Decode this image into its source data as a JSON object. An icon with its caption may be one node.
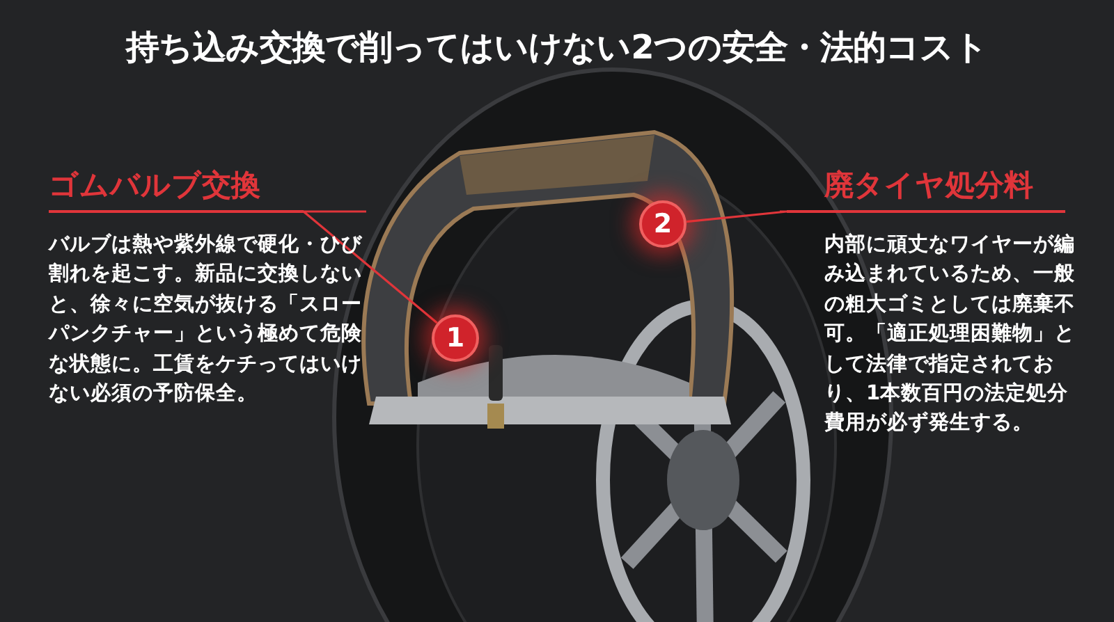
{
  "diagram": {
    "title": "持ち込み交換で削ってはいけない2つの安全・法的コスト",
    "nodes": [
      {
        "text": [
          "ゴムバルブ交換",
          "バルブは熱や紫外線で硬化・ひび割れを起こす。新品に交換しないと、徐々に空気が抜ける「スローパンクチャー」という極めて危険な状態に。工賃をケチってはいけない必須の予防保全。"
        ]
      },
      {
        "text": [
          "1"
        ]
      },
      {
        "text": [
          "廃タイヤ処分料",
          "内部に頑丈なワイヤーが編み込まれているため、一般の粗大ゴミとしては廃棄不可。「適正処理困難物」として法律で指定されており、1本数百円の法定処分費用が必ず発生する。"
        ]
      },
      {
        "text": [
          "2"
        ]
      }
    ],
    "edges": [
      {
        "from": 0,
        "to": 1,
        "arrow": "none"
      },
      {
        "from": 2,
        "to": 3,
        "arrow": "none"
      }
    ]
  }
}
